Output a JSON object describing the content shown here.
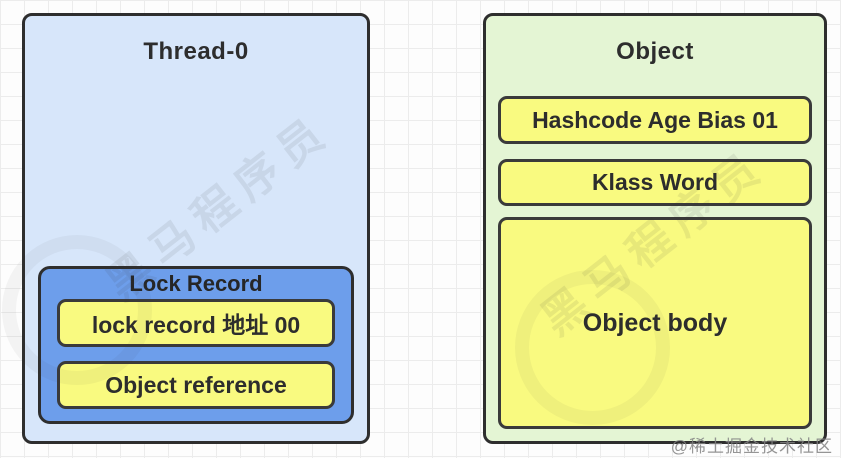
{
  "canvas": {
    "watermark_diagonal": "黑马程序员",
    "watermark_credit": "@稀土掘金技术社区"
  },
  "thread_box": {
    "title": "Thread-0",
    "lock_record": {
      "title": "Lock Record",
      "rows": [
        {
          "label": "lock record 地址 00"
        },
        {
          "label": "Object reference"
        }
      ]
    }
  },
  "object_box": {
    "title": "Object",
    "rows": [
      {
        "label": "Hashcode Age Bias 01"
      },
      {
        "label": "Klass Word"
      },
      {
        "label": "Object body"
      }
    ]
  },
  "colors": {
    "thread_fill": "#d7e6fa",
    "lock_record_fill": "#6d9eeb",
    "cell_fill": "#f9fa80",
    "object_fill": "#e4f5d4",
    "border": "#2e2e2e",
    "grid_line": "#ececec"
  }
}
